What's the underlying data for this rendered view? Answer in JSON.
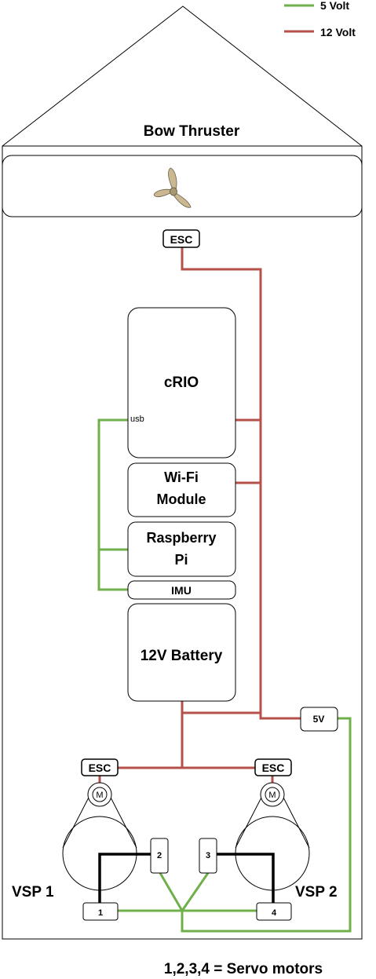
{
  "legend": [
    {
      "label": "5 Volt",
      "color": "#6fb04a"
    },
    {
      "label": "12 Volt",
      "color": "#b5504a"
    }
  ],
  "colors": {
    "five_volt": "#6fb04a",
    "twelve_volt": "#b5504a",
    "servo_wire": "#000000"
  },
  "bow_thruster": {
    "title": "Bow Thruster",
    "icon": "propeller-icon",
    "esc_label": "ESC"
  },
  "components": {
    "crio": "cRIO",
    "usb_label": "usb",
    "wifi_line1": "Wi-Fi",
    "wifi_line2": "Module",
    "rpi_line1": "Raspberry",
    "rpi_line2": "Pi",
    "imu": "IMU",
    "battery": "12V Battery",
    "regulator": "5V"
  },
  "propulsion": {
    "esc_left": "ESC",
    "esc_right": "ESC",
    "motor_left": "M",
    "motor_right": "M",
    "vsp1": "VSP 1",
    "vsp2": "VSP 2",
    "servos": [
      "1",
      "2",
      "3",
      "4"
    ]
  },
  "footnote": "1,2,3,4 = Servo motors"
}
